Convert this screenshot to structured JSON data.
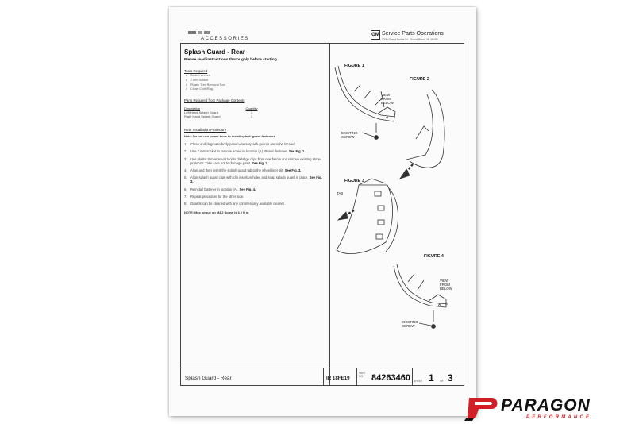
{
  "header": {
    "brand_line": "ACCESSORIES",
    "gm_badge": "GM",
    "spo_title": "Service Parts Operations",
    "spo_address": "6200 Grand Pointe Dr., Grand Blanc, MI 48439"
  },
  "instructions": {
    "title": "Splash Guard - Rear",
    "subtitle": "Please read instructions thoroughly before starting.",
    "tools_heading": "Tools Required",
    "tools": [
      "Socket wrench",
      "7 mm Socket",
      "Plastic Trim Removal Tool",
      "Clean Cloth/Rag"
    ],
    "parts_heading": "Parts Required from Package Contents",
    "parts_columns": [
      "Description",
      "Quantity"
    ],
    "parts": [
      {
        "description": "Left Hand Splash Guard",
        "quantity": "1"
      },
      {
        "description": "Right Hand Splash Guard",
        "quantity": "1"
      }
    ],
    "procedure_heading": "Rear Installation Procedure",
    "note": "Note: Do not use power tools to install splash guard fasteners",
    "steps": [
      {
        "num": "1.",
        "text": "Clean and degrease body panel where splash guards are to be located.",
        "ref": ""
      },
      {
        "num": "2.",
        "text": "Use 7 mm socket to remove screw in location (A). Retain fastener.",
        "ref": "See Fig. 1."
      },
      {
        "num": "3.",
        "text": "Use plastic trim removal tool to dislodge clips from rear fascia and remove existing stone protector. Take care not to damage paint.",
        "ref": "See Fig. 2."
      },
      {
        "num": "4.",
        "text": "Align and then insert the splash guard tab to the wheel liner slit.",
        "ref": "See Fig. 3."
      },
      {
        "num": "5.",
        "text": "Align splash guard clips with clip insertion holes and snap splash guard in place.",
        "ref": "See Fig. 3."
      },
      {
        "num": "6.",
        "text": "Reinstall fastener in location (A).",
        "ref": "See Fig. 4."
      },
      {
        "num": "7.",
        "text": "Repeat procedure for the other side.",
        "ref": ""
      },
      {
        "num": "8.",
        "text": "Guards can be cleaned with any commercially available cleaner.",
        "ref": ""
      }
    ],
    "torque_note": "NOTE: Max torque on M4.2 Screw is 3.0 N m"
  },
  "figures": {
    "fig1": "FIGURE 1",
    "fig2": "FIGURE 2",
    "fig3": "FIGURE 3",
    "fig4": "FIGURE 4",
    "view_from_below": "VIEW\nFROM\nBELOW",
    "existing_screw": "EXISTING\nSCREW",
    "tab": "TAB",
    "point_a": "A"
  },
  "footer": {
    "title": "Splash Guard - Rear",
    "ir_code": "IR 18FE19",
    "part_no_label": "PART NO.",
    "part_no": "84263460",
    "sheet_label": "SHEET",
    "sheet": "1",
    "of_label": "OF",
    "sheet_total": "3"
  },
  "watermark": {
    "word": "PARAGON",
    "sub": "PERFORMANCE",
    "accent_color": "#d21f26"
  }
}
